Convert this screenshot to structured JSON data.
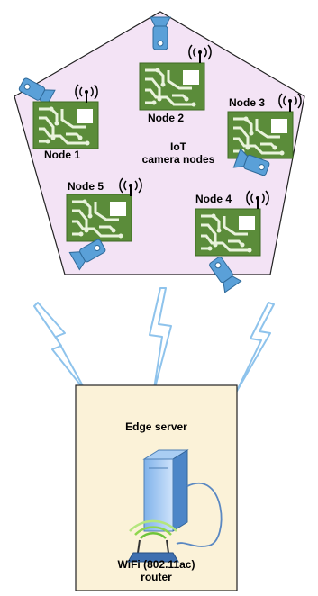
{
  "cluster": {
    "center_label_line1": "IoT",
    "center_label_line2": "camera nodes",
    "nodes": [
      {
        "label": "Node 1"
      },
      {
        "label": "Node 2"
      },
      {
        "label": "Node 3"
      },
      {
        "label": "Node 4"
      },
      {
        "label": "Node 5"
      }
    ]
  },
  "edge": {
    "title": "Edge server",
    "router_line1": "WiFi (802.11ac)",
    "router_line2": "router"
  },
  "colors": {
    "pentagon_fill": "#f3e3f5",
    "board_green": "#5b8c3a",
    "board_trace": "#e9f3dc",
    "camera_blue": "#5aa0d8",
    "edge_box_fill": "#fbf2d8",
    "lightning": "#8ec3ec"
  },
  "icons": [
    "circuit-board-icon",
    "antenna-icon",
    "camera-icon",
    "server-icon",
    "router-icon",
    "lightning-icon"
  ]
}
